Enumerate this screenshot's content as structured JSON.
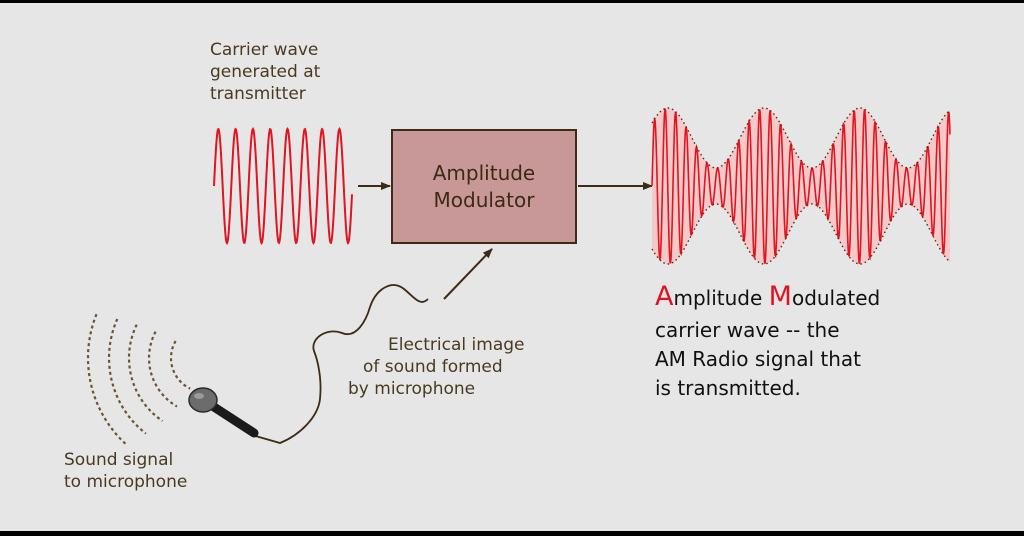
{
  "labels": {
    "carrier": [
      "Carrier wave",
      "generated at",
      "transmitter"
    ],
    "modulator": [
      "Amplitude",
      "Modulator"
    ],
    "electrical": [
      "Electrical image",
      "of sound formed",
      "by microphone"
    ],
    "sound": [
      "Sound signal",
      "to microphone"
    ]
  },
  "am_caption": {
    "line1": {
      "cap1": "A",
      "rest1": "mplitude ",
      "cap2": "M",
      "rest2": "odulated"
    },
    "line2": "carrier wave -- the",
    "line3": "AM Radio signal that",
    "line4": "is transmitted."
  },
  "colors": {
    "wave": "#e2141f",
    "envelope_fill": "#f4c9c9",
    "box_fill": "#c89898",
    "box_border": "#3d2b16",
    "arrow": "#3d2b16",
    "panel": "#e6e6e6",
    "dotted": "#6b5530"
  },
  "icons": {
    "microphone": "microphone-icon",
    "sound_waves": "sound-waves-icon"
  }
}
